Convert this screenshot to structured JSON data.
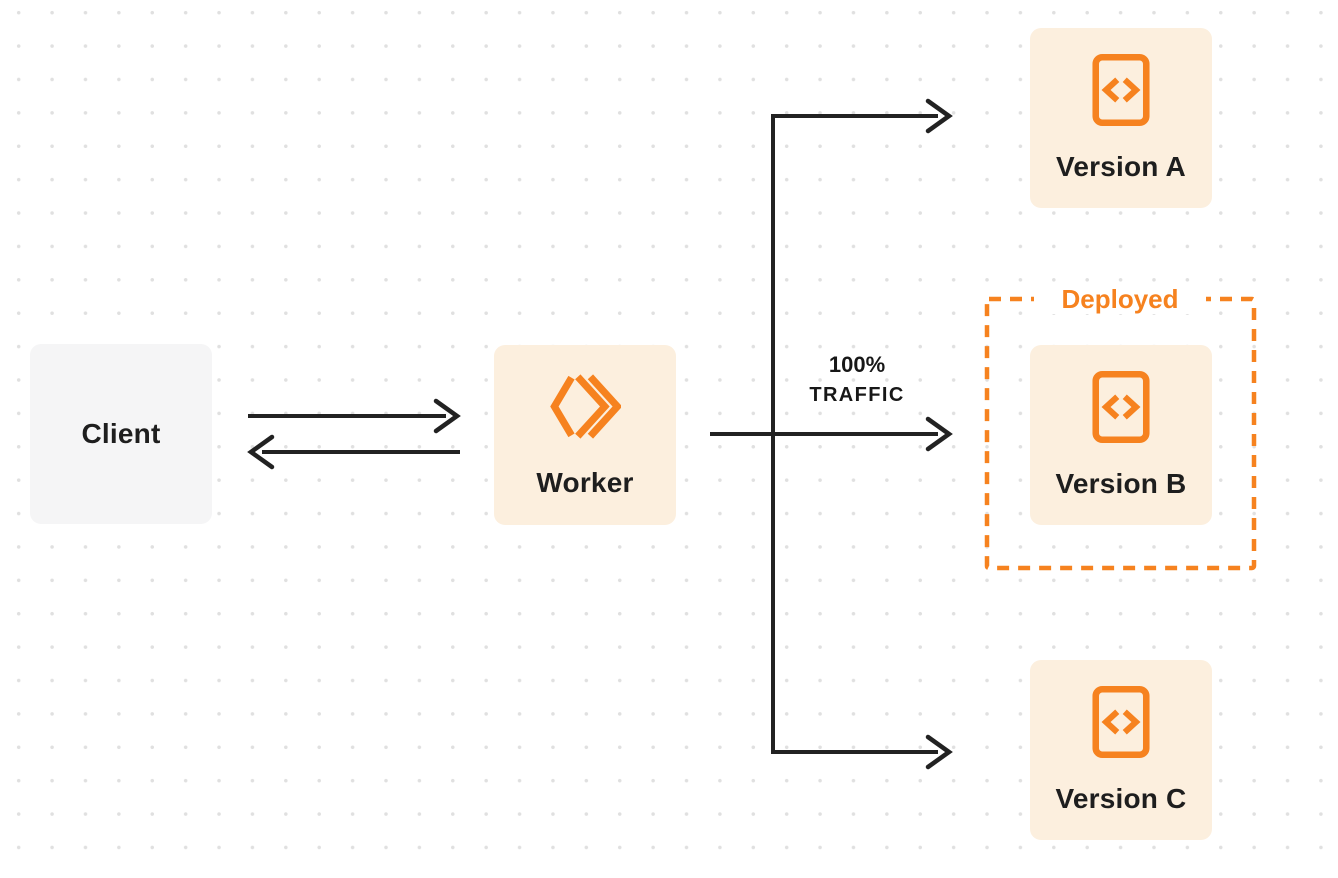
{
  "colors": {
    "accent_orange": "#f6821f",
    "line_dark": "#222222",
    "node_bg": "#fcefde",
    "client_bg": "#f5f5f6",
    "dot_grid": "#e0e0e0",
    "text_dark": "#1e1e1e"
  },
  "nodes": {
    "client": {
      "label": "Client"
    },
    "worker": {
      "label": "Worker",
      "icon": "cloudflare-workers-logo-icon"
    },
    "versions": [
      {
        "label": "Version A",
        "icon": "code-file-icon"
      },
      {
        "label": "Version B",
        "icon": "code-file-icon",
        "status": "Deployed"
      },
      {
        "label": "Version C",
        "icon": "code-file-icon"
      }
    ]
  },
  "annotations": {
    "traffic_percent": "100%",
    "traffic_word": "TRAFFIC",
    "deployed_label": "Deployed"
  }
}
